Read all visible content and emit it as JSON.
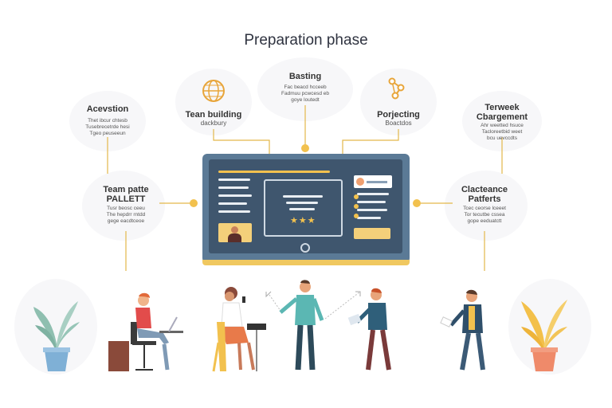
{
  "title": "Preparation phase",
  "nodes": {
    "top_left": {
      "label": "Tean building",
      "sub": "dackbury",
      "icon": "globe-icon"
    },
    "top_center": {
      "label": "Basting",
      "desc": [
        "Fac beacd hcceeb",
        "Fadmuu pcwcesd eb",
        "goye loutedt"
      ]
    },
    "top_right": {
      "label": "Porjecting",
      "sub": "Boactdos",
      "icon": "network-icon"
    },
    "left_top": {
      "label": "Acevstion",
      "desc": [
        "Thet ibcur chtesb",
        "Tusebrecetrde hesi",
        "Tgeo peuseeun"
      ]
    },
    "right_top": {
      "label": [
        "Terweek",
        "Cbargement"
      ],
      "desc": [
        "Ahr weetted hsuce",
        "Tacloreetbid weet",
        "bcu uevccdts"
      ]
    },
    "left_bottom": {
      "label": [
        "Team patte",
        "PALLETT"
      ],
      "desc": [
        "Tusr beosc ceeu",
        "The hepdrr rntdd",
        "gege eacdtceoe"
      ]
    },
    "right_bottom": {
      "label": [
        "Clacteance",
        "Patferts"
      ],
      "desc": [
        "Tcec ceorse lceeet",
        "Tor tecutbe cssea",
        "gope eeduatctt"
      ]
    }
  },
  "colors": {
    "accent": "#f2c14e",
    "screen": "#3f566e",
    "frame": "#5b7a96"
  },
  "rating_stars": "★★★"
}
